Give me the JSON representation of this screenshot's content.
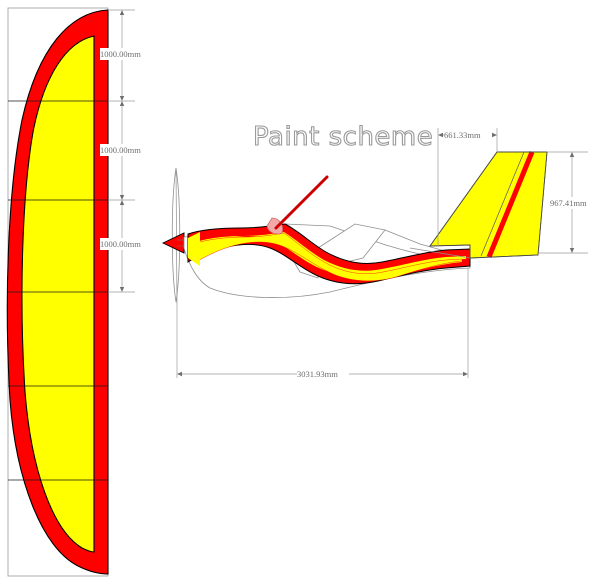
{
  "drawing": {
    "title": "Paint scheme",
    "colors": {
      "paint_yellow": "#FFFF00",
      "paint_red": "#FF0000",
      "outline_black": "#000000",
      "construction_gray": "#9a9a9a",
      "dimension_gray": "#6e6e6e",
      "canopy_pink": "#f3a8a8",
      "background": "#FFFFFF"
    },
    "views": {
      "wing_planform": {
        "name": "wing-planform-view",
        "panel_dimensions": [
          {
            "label": "1000.00mm",
            "value": 1000.0,
            "unit": "mm"
          },
          {
            "label": "1000.00mm",
            "value": 1000.0,
            "unit": "mm"
          },
          {
            "label": "1000.00mm",
            "value": 1000.0,
            "unit": "mm"
          }
        ]
      },
      "side_profile": {
        "name": "aircraft-side-view",
        "overall_length": {
          "label": "3031.93mm",
          "value": 3031.93,
          "unit": "mm"
        },
        "fin_chord": {
          "label": "661.33mm",
          "value": 661.33,
          "unit": "mm"
        },
        "fin_height": {
          "label": "967.41mm",
          "value": 967.41,
          "unit": "mm"
        }
      }
    }
  }
}
